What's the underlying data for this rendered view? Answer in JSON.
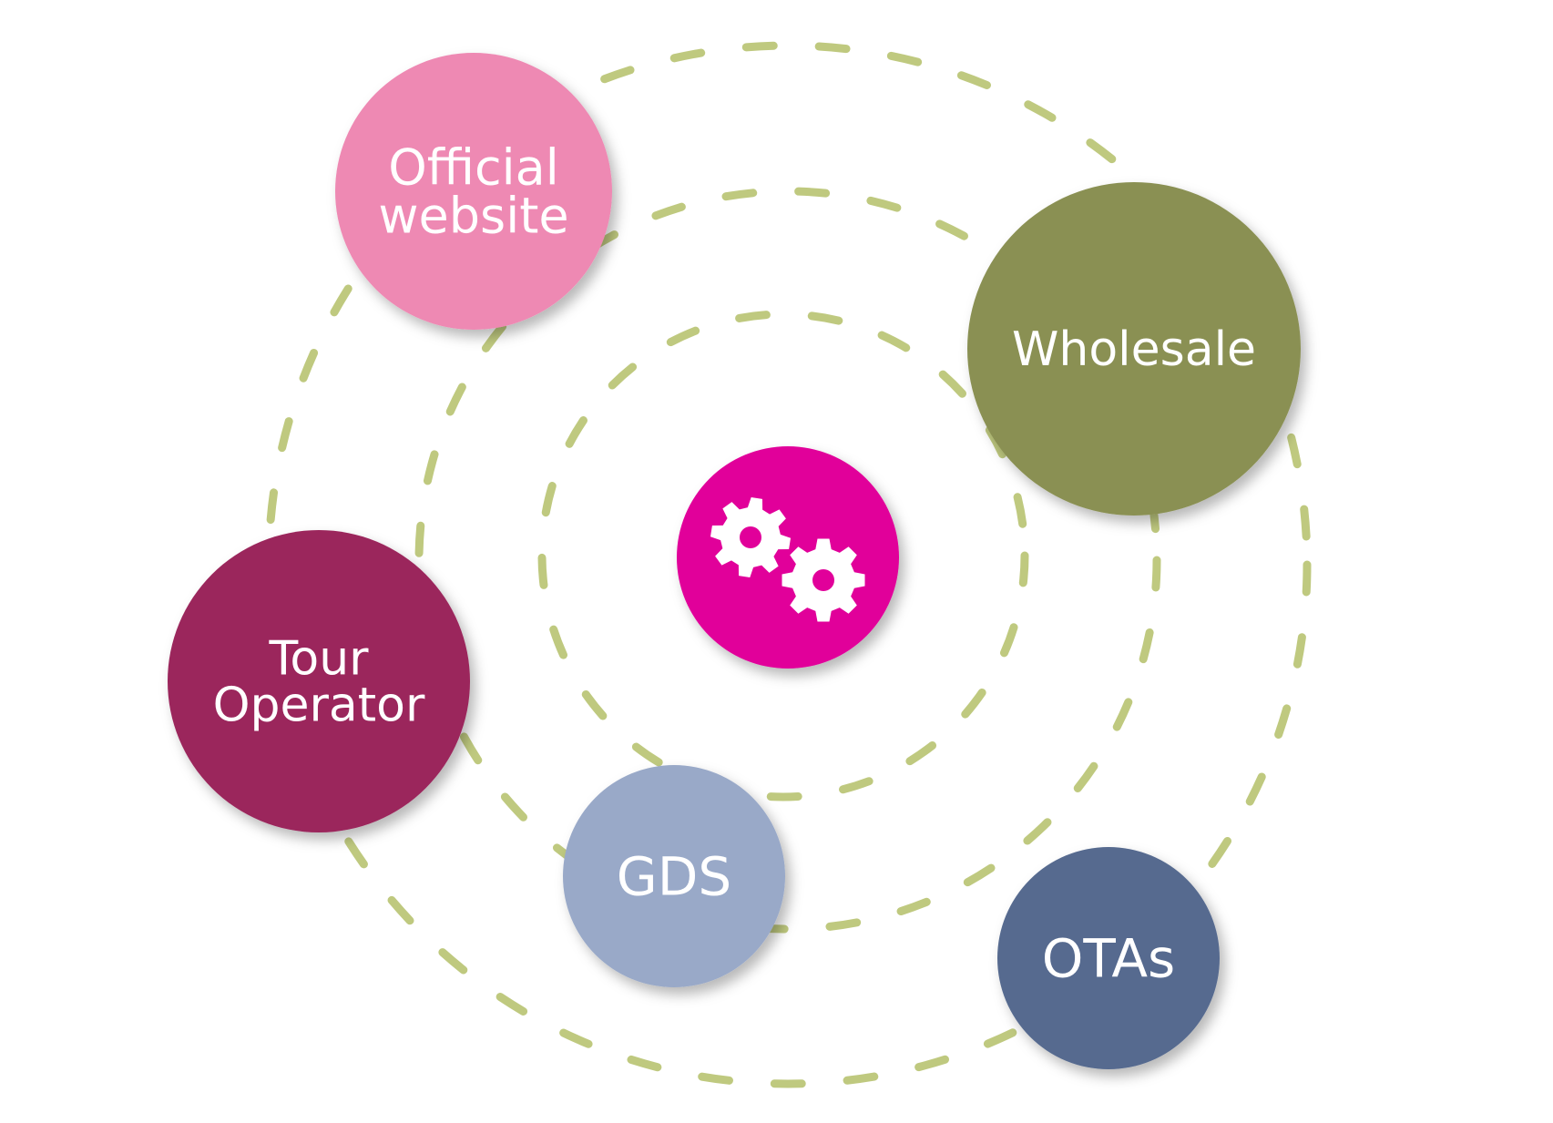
{
  "colors": {
    "background": "#ffffff",
    "ring": "#bfc97f",
    "icon": "#ffffff"
  },
  "center": {
    "icon": "gears-icon",
    "color": "#e1009a"
  },
  "channels": [
    {
      "id": "official-website",
      "lines": [
        "Official",
        "website"
      ],
      "color": "#ee89b3"
    },
    {
      "id": "wholesale",
      "lines": [
        "Wholesale"
      ],
      "color": "#8a9053"
    },
    {
      "id": "tour-operator",
      "lines": [
        "Tour",
        "Operator"
      ],
      "color": "#9b265c"
    },
    {
      "id": "gds",
      "lines": [
        "GDS"
      ],
      "color": "#99a9c8"
    },
    {
      "id": "otas",
      "lines": [
        "OTAs"
      ],
      "color": "#566a8f"
    }
  ]
}
